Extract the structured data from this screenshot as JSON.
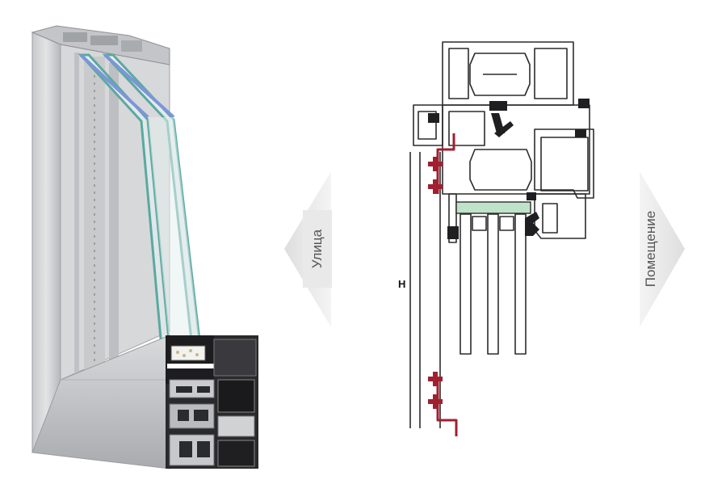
{
  "labels": {
    "outside": "Улица",
    "inside": "Помещение",
    "dimension": "H"
  },
  "icons": {
    "left_arrow": "left-arrow-icon",
    "right_arrow": "right-arrow-icon"
  },
  "colors": {
    "aluminium_light": "#d4d5d7",
    "aluminium_mid": "#b9bbbe",
    "aluminium_dark": "#8d9095",
    "profile_black": "#1f1f22",
    "glass_edge": "#5aa9a0",
    "glass_blue": "#7d95d8",
    "seal_red": "#a02030",
    "insulator_green": "#bfe3c8",
    "arrow_fill": "#eeeeee"
  }
}
